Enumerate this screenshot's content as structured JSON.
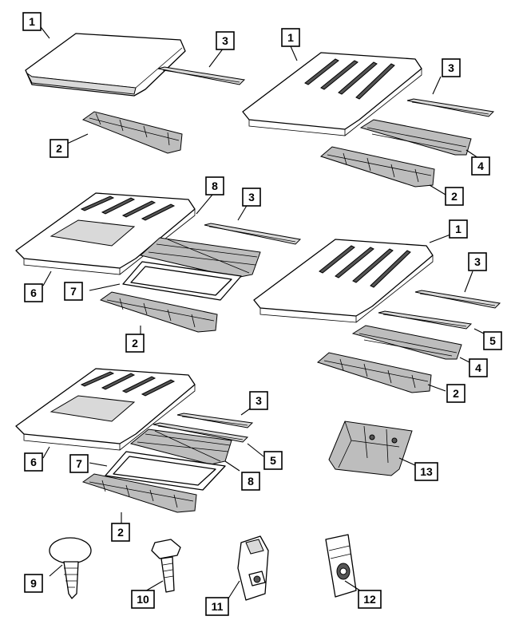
{
  "callouts": {
    "c1a": "1",
    "c3a": "3",
    "c2a": "2",
    "c1b": "1",
    "c3b": "3",
    "c4b": "4",
    "c2b": "2",
    "c8c": "8",
    "c3c": "3",
    "c6c": "6",
    "c7c": "7",
    "c2c": "2",
    "c1d": "1",
    "c3d": "3",
    "c5d": "5",
    "c4d": "4",
    "c2d": "2",
    "c3e": "3",
    "c5e": "5",
    "c8e": "8",
    "c6e": "6",
    "c7e": "7",
    "c2e": "2",
    "c13": "13",
    "c9": "9",
    "c10": "10",
    "c11": "11",
    "c12": "12"
  }
}
